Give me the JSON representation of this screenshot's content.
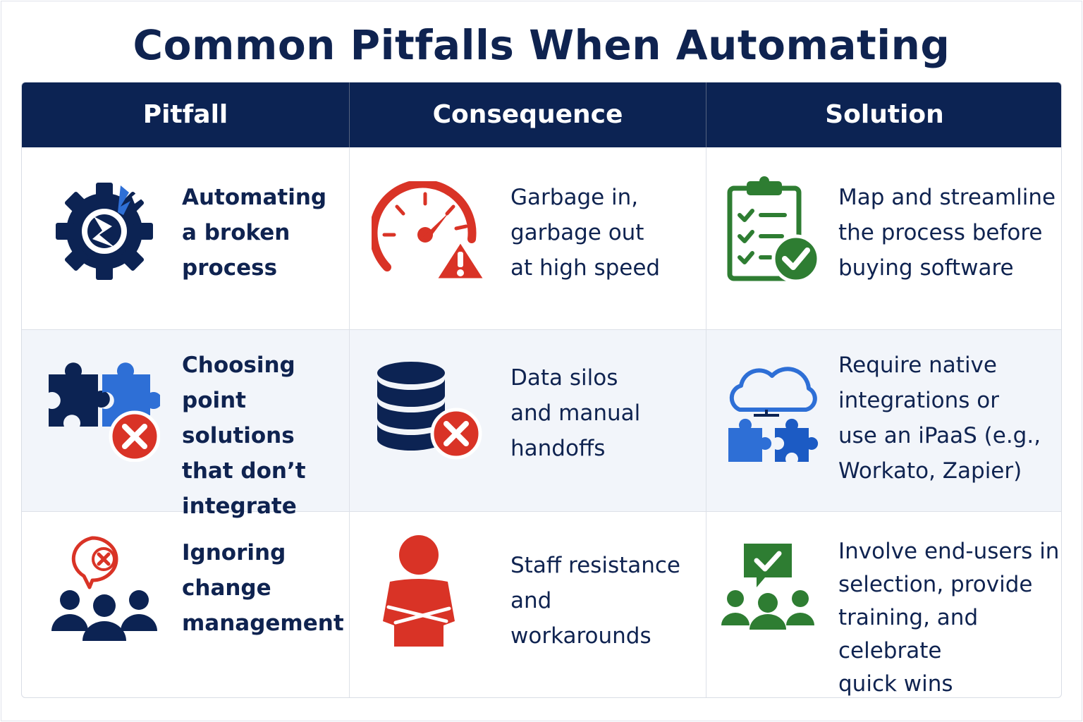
{
  "title": "Common Pitfalls When Automating",
  "headers": [
    "Pitfall",
    "Consequence",
    "Solution"
  ],
  "rows": [
    {
      "pitfall_lines": [
        "Automating",
        "a broken",
        "process"
      ],
      "consequence_lines": [
        "Garbage in,",
        "garbage out",
        "at high speed"
      ],
      "solution_lines": [
        "Map and streamline",
        "the process before",
        "buying software"
      ],
      "pitfall_icon": "broken-gear-icon",
      "consequence_icon": "speedometer-warning-icon",
      "solution_icon": "clipboard-checklist-icon"
    },
    {
      "pitfall_lines": [
        "Choosing",
        "point solutions",
        "that don’t",
        "integrate"
      ],
      "consequence_lines": [
        "Data silos",
        "and manual",
        "handoffs"
      ],
      "solution_lines": [
        "Require native",
        "integrations or",
        "use an iPaaS (e.g.,",
        "Workato, Zapier)"
      ],
      "pitfall_icon": "puzzle-error-icon",
      "consequence_icon": "database-error-icon",
      "solution_icon": "cloud-puzzle-icon"
    },
    {
      "pitfall_lines": [
        "Ignoring",
        "change",
        "management"
      ],
      "consequence_lines": [
        "Staff resistance",
        "and",
        "workarounds"
      ],
      "solution_lines": [
        "Involve end-users in",
        "selection, provide",
        "training, and celebrate",
        "quick wins"
      ],
      "pitfall_icon": "team-rejection-icon",
      "consequence_icon": "crossed-arms-person-icon",
      "solution_icon": "team-approval-icon"
    }
  ],
  "colors": {
    "navy": "#0c2353",
    "red": "#d93326",
    "blue": "#2e6fd6",
    "green": "#2e7d32"
  }
}
